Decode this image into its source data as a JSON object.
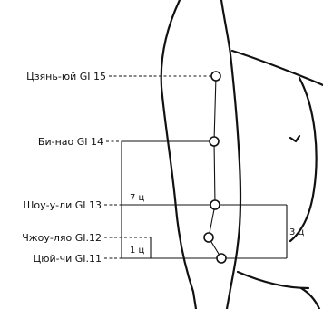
{
  "points": [
    {
      "label": "Цзянь-юй GI 15"
    },
    {
      "label": "Би-нао GI 14"
    },
    {
      "label": "Шоу-у-ли GI 13"
    },
    {
      "label": "Чжоу-ляо GI.12"
    },
    {
      "label": "Цюй-чи GI.11"
    }
  ],
  "measurements": {
    "seven_cun": "7 ц",
    "three_cun": "3 ц",
    "one_cun": "1 ц"
  }
}
